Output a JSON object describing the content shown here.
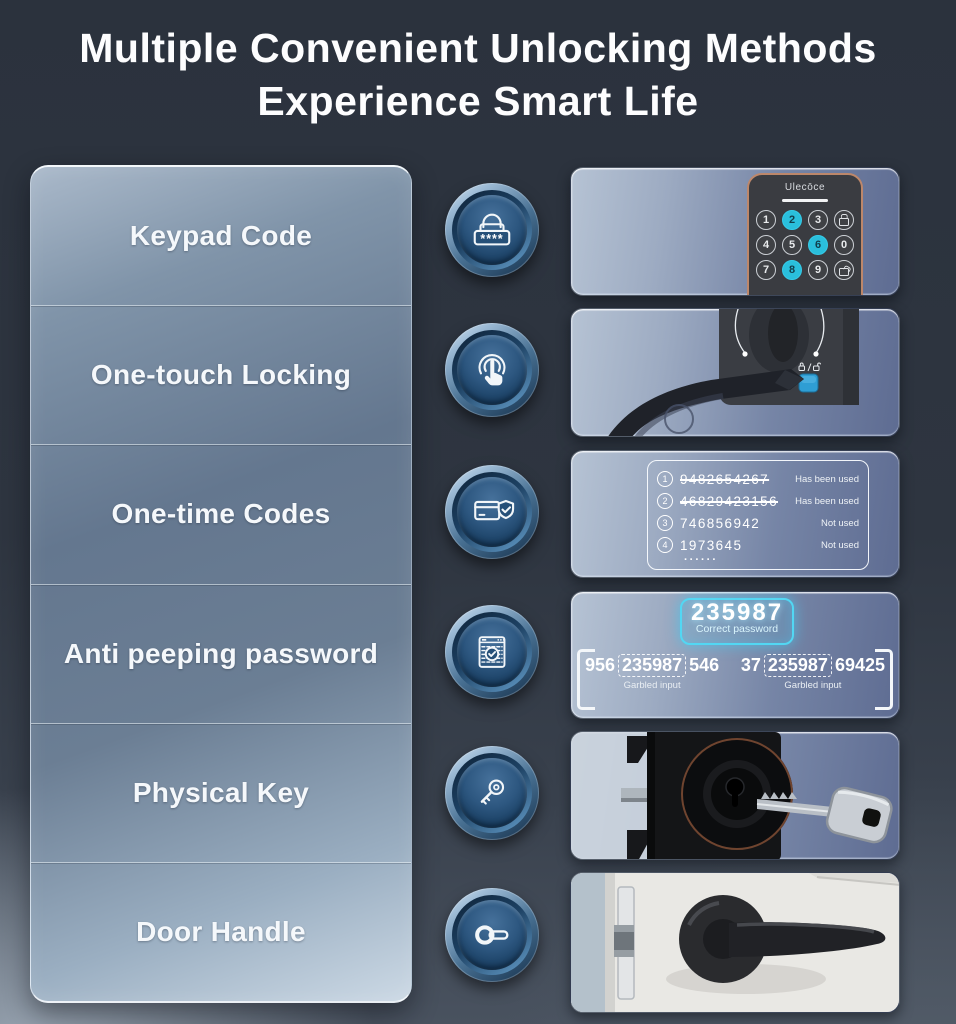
{
  "title": {
    "line1": "Multiple Convenient Unlocking Methods",
    "line2": "Experience Smart Life"
  },
  "features": [
    {
      "label": "Keypad Code",
      "icon": "password-keypad-icon"
    },
    {
      "label": "One-touch Locking",
      "icon": "one-touch-icon"
    },
    {
      "label": "One-time Codes",
      "icon": "card-shield-check-icon"
    },
    {
      "label": "Anti peeping password",
      "icon": "code-grid-check-icon"
    },
    {
      "label": "Physical Key",
      "icon": "key-icon"
    },
    {
      "label": "Door Handle",
      "icon": "door-handle-icon"
    }
  ],
  "badge_icons": {
    "password_mask": "****"
  },
  "keypad": {
    "brand": "Ulecōce",
    "key_1": "1",
    "key_2": "2",
    "key_3": "3",
    "key_4": "4",
    "key_5": "5",
    "key_6": "6",
    "key_7": "7",
    "key_8": "8",
    "key_9": "9",
    "key_0": "0",
    "highlighted_keys": [
      "2",
      "6",
      "8"
    ],
    "special_keys": [
      "lock-key",
      "unlock-key"
    ]
  },
  "codes": {
    "rows": [
      {
        "num": "1",
        "code": "9482654267",
        "status": "Has been used",
        "used": true
      },
      {
        "num": "2",
        "code": "46829423156",
        "status": "Has been used",
        "used": true
      },
      {
        "num": "3",
        "code": "746856942",
        "status": "Not used",
        "used": false
      },
      {
        "num": "4",
        "code": "1973645",
        "status": "Not used",
        "used": false
      }
    ],
    "more": "······"
  },
  "anti_peeping": {
    "correct_code": "235987",
    "correct_label": "Correct password",
    "attempts": [
      {
        "prefix": "956",
        "code": "235987",
        "suffix": "546",
        "caption": "Garbled input"
      },
      {
        "prefix": "37",
        "code": "235987",
        "suffix": "69425",
        "caption": "Garbled input"
      }
    ]
  },
  "colors": {
    "background_dark": "#2c333e",
    "panel_slate_blue": "#6e7d9f",
    "badge_blue": "#2d5780",
    "accent_cyan": "#35c8e8",
    "keypad_highlight": "#2abfdc",
    "copper_trim": "#bd876a",
    "text_white": "#f5f8fb"
  }
}
